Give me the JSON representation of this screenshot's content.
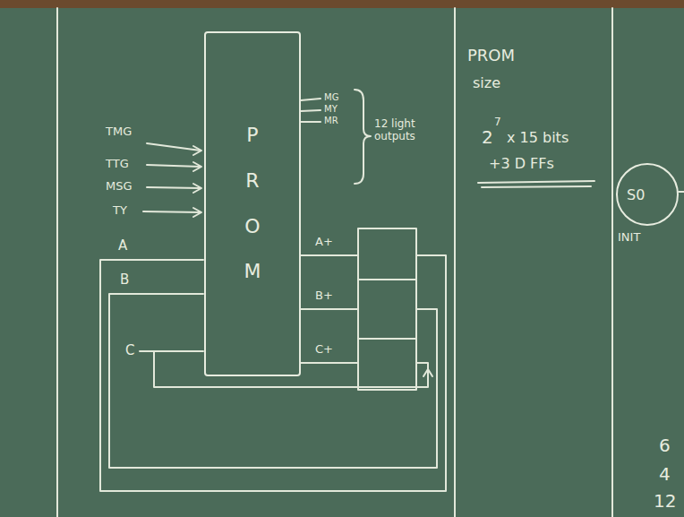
{
  "diagram": {
    "nodes": [
      {
        "text": [
          "P R O M"
        ]
      },
      {
        "text": [
          "S0"
        ]
      }
    ],
    "labels": [
      "TMG",
      "TTG",
      "MSG",
      "TY",
      "A",
      "B",
      "C",
      "MG",
      "MY",
      "MR",
      "12 light outputs",
      "A+",
      "B+",
      "C+",
      "PROM",
      "size",
      "2",
      "7",
      "x 15 bits",
      "+3 D FFs",
      "INIT",
      "6",
      "4",
      "12"
    ]
  }
}
